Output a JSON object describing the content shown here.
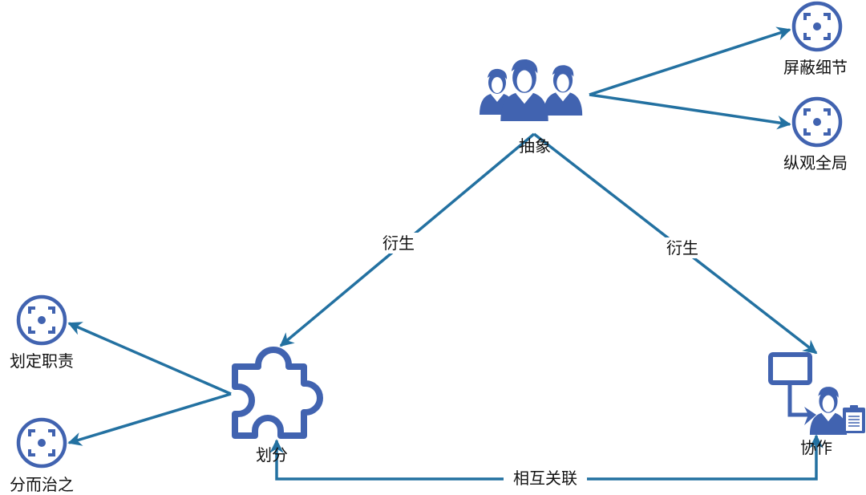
{
  "colors": {
    "icon": "#4163b0",
    "edge": "#2371a1"
  },
  "nodes": {
    "abstract": {
      "label": "抽象",
      "icon": "people-group-icon"
    },
    "divide": {
      "label": "划分",
      "icon": "puzzle-icon"
    },
    "collaborate": {
      "label": "协作",
      "icon": "collaboration-icon"
    },
    "hide_details": {
      "label": "屏蔽细节",
      "icon": "focus-icon"
    },
    "overview": {
      "label": "纵观全局",
      "icon": "focus-icon"
    },
    "responsibility": {
      "label": "划定职责",
      "icon": "focus-icon"
    },
    "divide_conquer": {
      "label": "分而治之",
      "icon": "focus-icon"
    }
  },
  "edges": {
    "derive_left": "衍生",
    "derive_right": "衍生",
    "mutual": "相互关联"
  }
}
